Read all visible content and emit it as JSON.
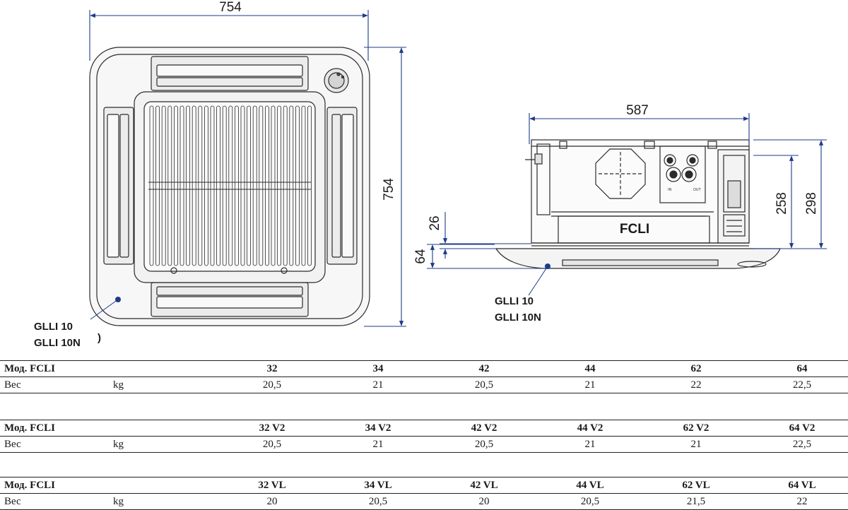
{
  "dimensions": {
    "top_width": "754",
    "top_depth": "754",
    "side_width": "587",
    "side_total_height": "298",
    "side_body_height": "258",
    "panel_gap": "26",
    "panel_height": "64"
  },
  "labels": {
    "panel_top_line1": "GLLI 10",
    "panel_top_line2": "GLLI 10N",
    "panel_top_tail": ")",
    "panel_side_line1": "GLLI 10",
    "panel_side_line2": "GLLI 10N",
    "unit_name": "FCLI",
    "conn_in": "IN",
    "conn_out": "OUT"
  },
  "colors": {
    "dimension_line": "#1f3a8a",
    "callout_dot": "#1f3a8a",
    "drawing_stroke": "#2b2b2b"
  },
  "tables": [
    {
      "header": {
        "label": "Мод. FCLI",
        "unit": "",
        "models": [
          "32",
          "34",
          "42",
          "44",
          "62",
          "64"
        ]
      },
      "row": {
        "label": "Вес",
        "unit": "kg",
        "values": [
          "20,5",
          "21",
          "20,5",
          "21",
          "22",
          "22,5"
        ]
      }
    },
    {
      "header": {
        "label": "Мод. FCLI",
        "unit": "",
        "models": [
          "32 V2",
          "34 V2",
          "42 V2",
          "44 V2",
          "62 V2",
          "64 V2"
        ]
      },
      "row": {
        "label": "Вес",
        "unit": "kg",
        "values": [
          "20,5",
          "21",
          "20,5",
          "21",
          "21",
          "22,5"
        ]
      }
    },
    {
      "header": {
        "label": "Мод. FCLI",
        "unit": "",
        "models": [
          "32 VL",
          "34 VL",
          "42 VL",
          "44 VL",
          "62 VL",
          "64 VL"
        ]
      },
      "row": {
        "label": "Вес",
        "unit": "kg",
        "values": [
          "20",
          "20,5",
          "20",
          "20,5",
          "21,5",
          "22"
        ]
      }
    }
  ]
}
